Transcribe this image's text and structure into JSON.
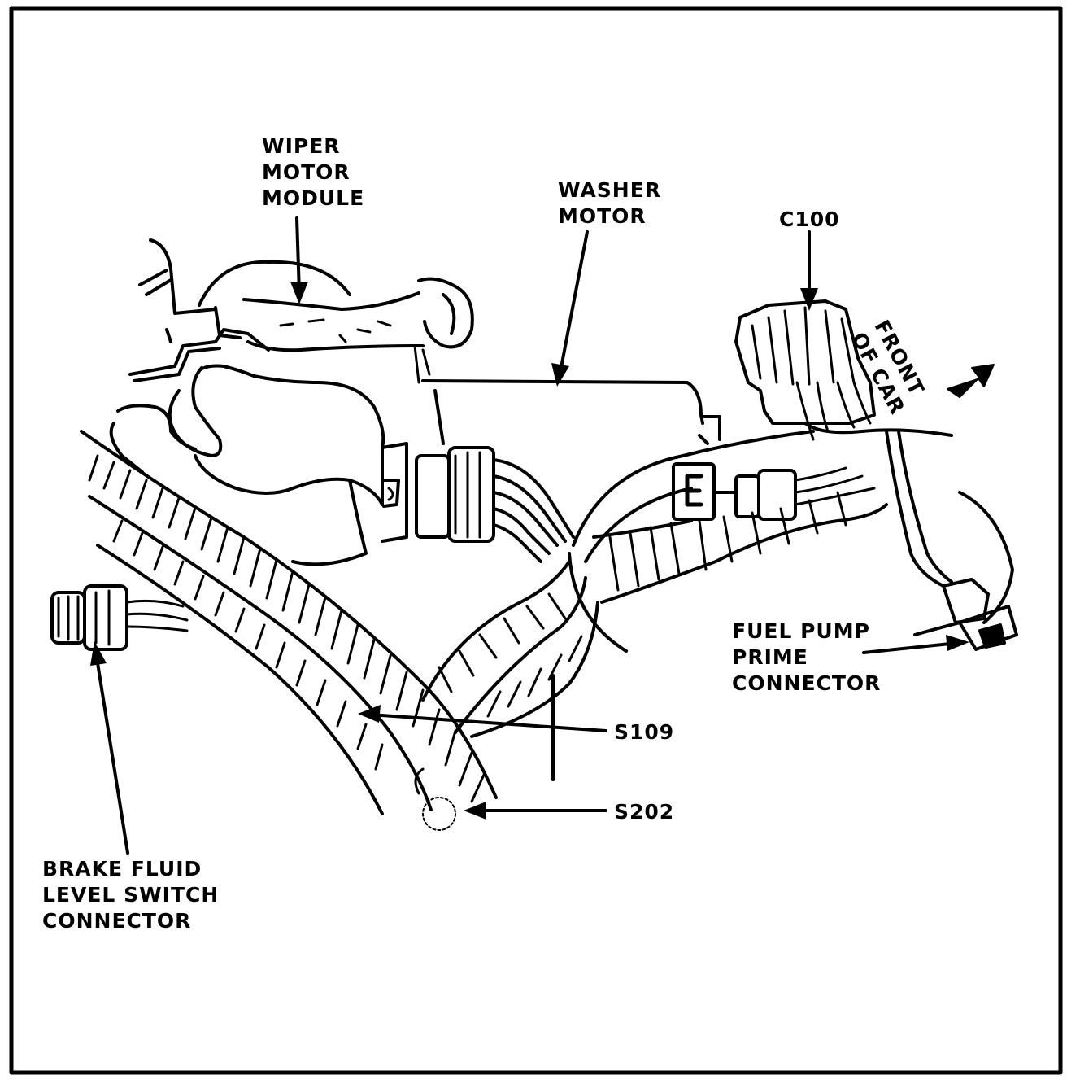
{
  "labels": {
    "wiper": [
      "WIPER",
      "MOTOR",
      "MODULE"
    ],
    "washer": [
      "WASHER",
      "MOTOR"
    ],
    "c100": "C100",
    "front": [
      "FRONT",
      "OF CAR"
    ],
    "fuel": [
      "FUEL PUMP",
      "PRIME",
      "CONNECTOR"
    ],
    "s109": "S109",
    "s202": "S202",
    "brake": [
      "BRAKE FLUID",
      "LEVEL SWITCH",
      "CONNECTOR"
    ]
  },
  "colors": {
    "ink": "#000000",
    "paper": "#ffffff"
  }
}
